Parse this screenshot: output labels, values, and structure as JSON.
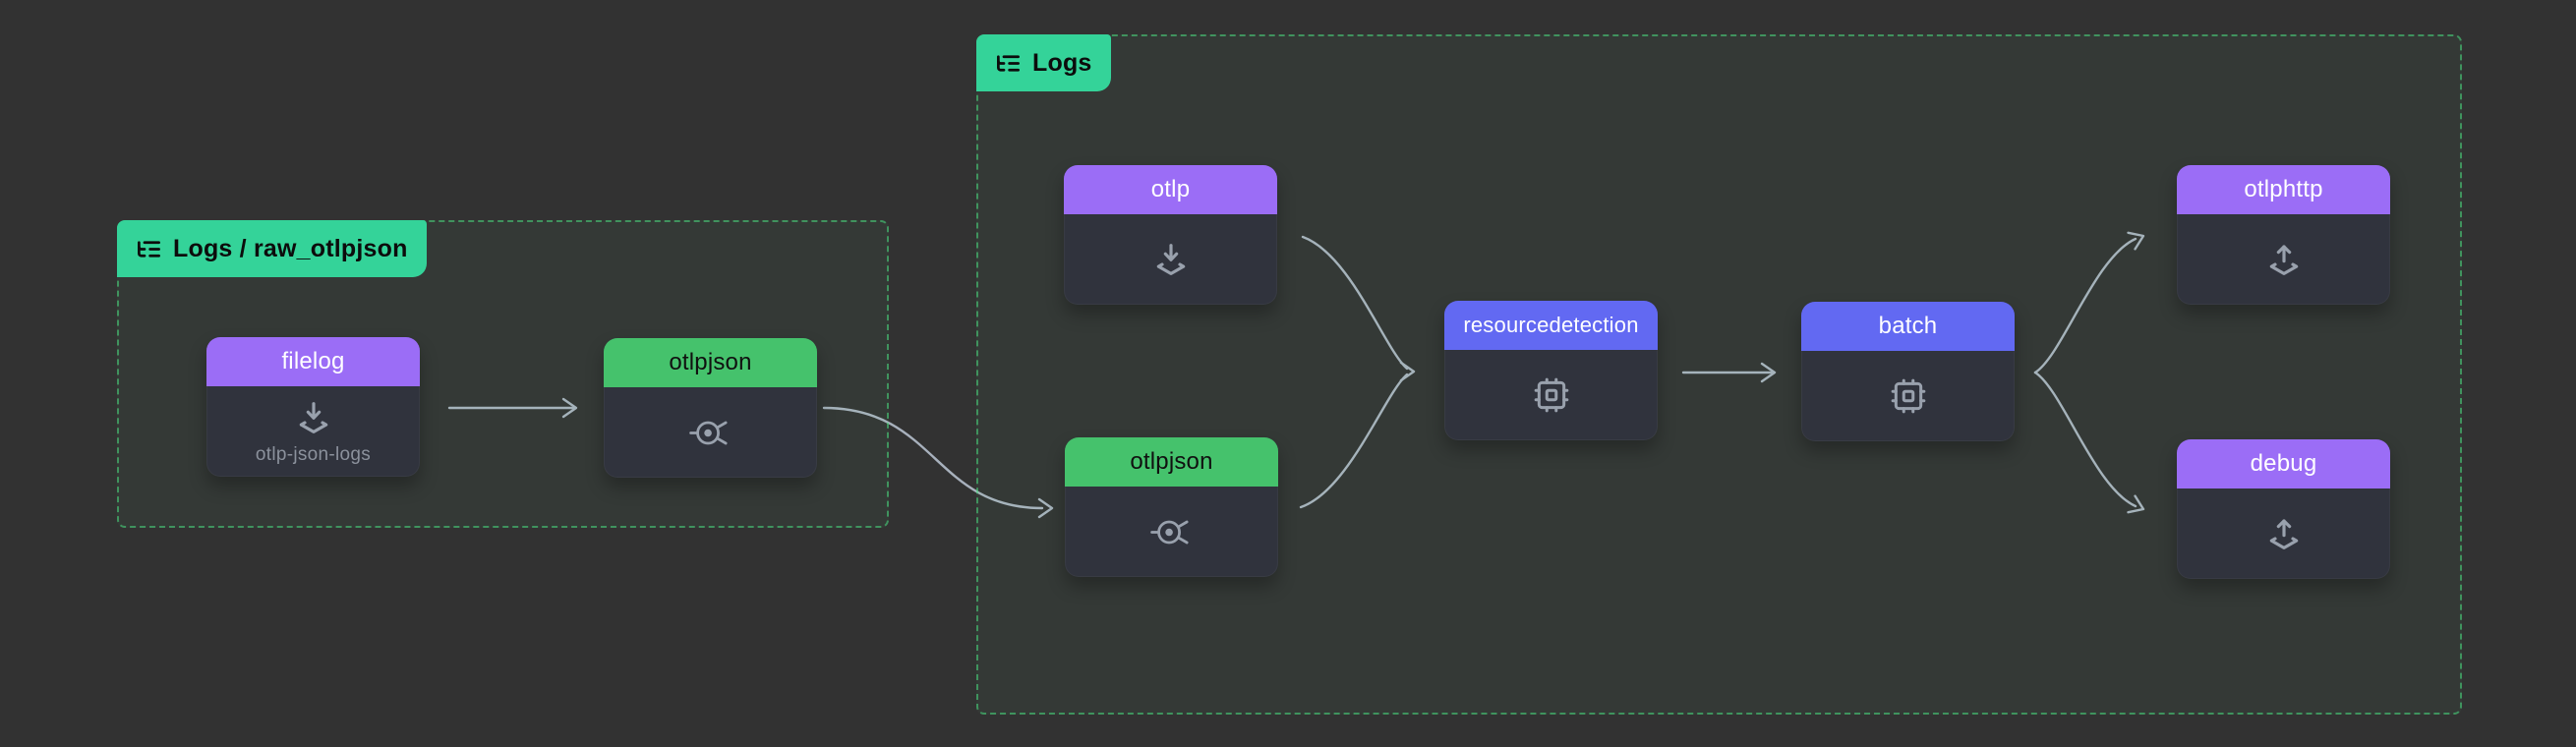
{
  "app": "otel-pipeline-visualizer",
  "groups": {
    "raw": {
      "label": "Logs / raw_otlpjson",
      "icon": "list-tree-icon"
    },
    "logs": {
      "label": "Logs",
      "icon": "list-tree-icon"
    }
  },
  "nodes": {
    "filelog": {
      "label": "filelog",
      "type": "receiver",
      "subtitle": "otlp-json-logs",
      "icon": "receiver-icon",
      "group": "Logs / raw_otlpjson"
    },
    "otlpjson1": {
      "label": "otlpjson",
      "type": "connector",
      "icon": "connector-icon",
      "group": "Logs / raw_otlpjson"
    },
    "otlp": {
      "label": "otlp",
      "type": "receiver",
      "icon": "receiver-icon",
      "group": "Logs"
    },
    "otlpjson2": {
      "label": "otlpjson",
      "type": "connector",
      "icon": "connector-icon",
      "group": "Logs"
    },
    "resourcedetection": {
      "label": "resourcedetection",
      "type": "processor",
      "icon": "cpu-icon",
      "group": "Logs"
    },
    "batch": {
      "label": "batch",
      "type": "processor",
      "icon": "cpu-icon",
      "group": "Logs"
    },
    "otlphttp": {
      "label": "otlphttp",
      "type": "exporter",
      "icon": "exporter-icon",
      "group": "Logs"
    },
    "debug": {
      "label": "debug",
      "type": "exporter",
      "icon": "exporter-icon",
      "group": "Logs"
    }
  },
  "edges": [
    {
      "from": "filelog",
      "to": "otlpjson1"
    },
    {
      "from": "otlpjson1",
      "to": "otlpjson2"
    },
    {
      "from": "otlp",
      "to": "resourcedetection"
    },
    {
      "from": "otlpjson2",
      "to": "resourcedetection"
    },
    {
      "from": "resourcedetection",
      "to": "batch"
    },
    {
      "from": "batch",
      "to": "otlphttp"
    },
    {
      "from": "batch",
      "to": "debug"
    }
  ],
  "colors": {
    "background": "#323232",
    "group_border": "#4ade80",
    "group_label_bg": "#34d399",
    "receiver_exporter_header": "#9b6df6",
    "processor_header": "#6269f2",
    "connector_header": "#45c26c",
    "node_body": "#30333d",
    "edge": "#a8b1bd",
    "icon": "#99a1ad",
    "subtitle_text": "#8b919c"
  }
}
